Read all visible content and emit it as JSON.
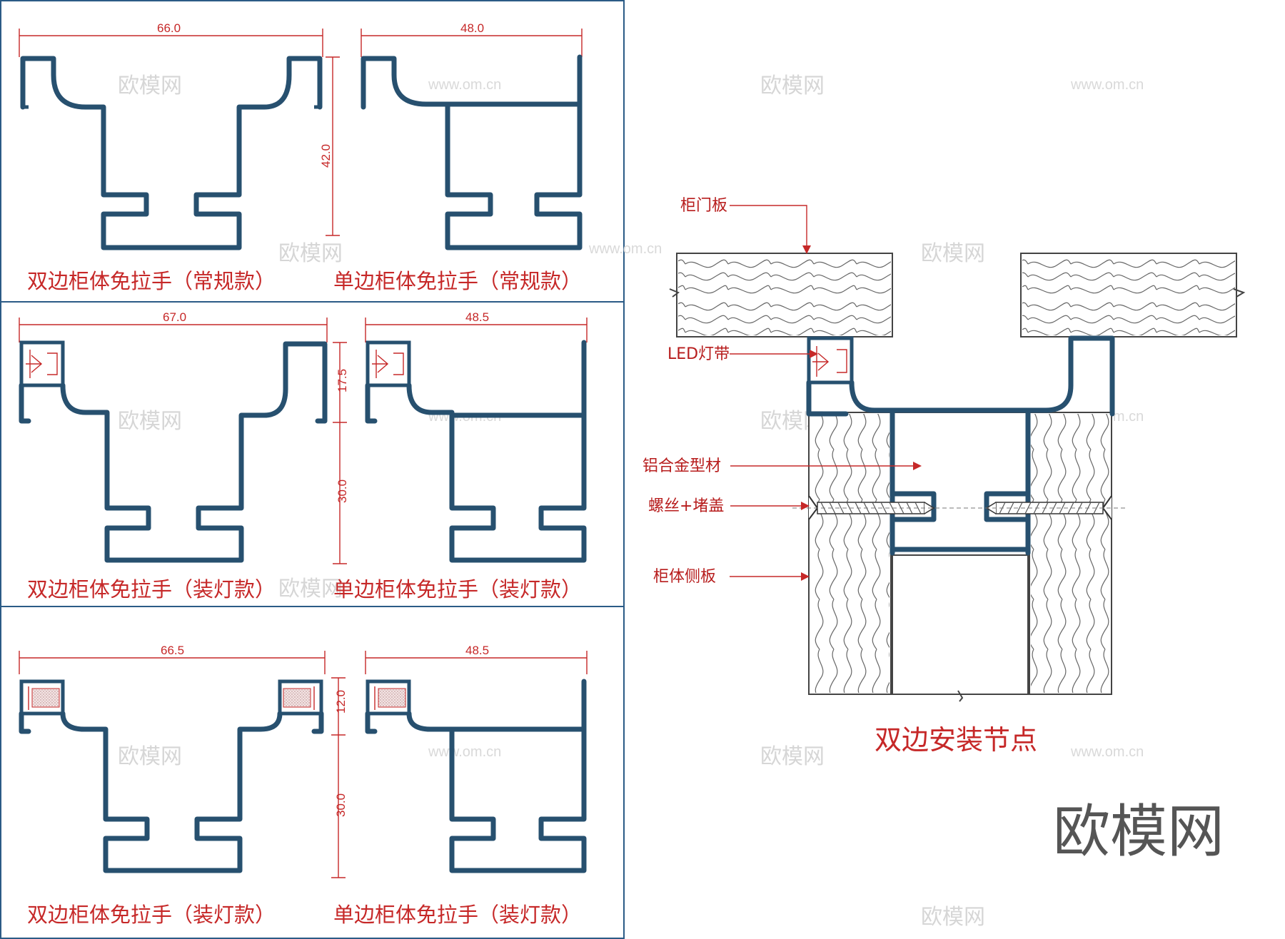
{
  "panels": {
    "row1": {
      "left_dim_width": "66.0",
      "left_dim_height": "42.0",
      "right_dim_width": "48.0",
      "left_caption": "双边柜体免拉手（常规款）",
      "right_caption": "单边柜体免拉手（常规款）"
    },
    "row2": {
      "left_dim_width": "67.0",
      "left_dim_upper": "17.5",
      "left_dim_lower": "30.0",
      "right_dim_width": "48.5",
      "left_caption": "双边柜体免拉手（装灯款）",
      "right_caption": "单边柜体免拉手（装灯款）"
    },
    "row3": {
      "left_dim_width": "66.5",
      "left_dim_upper": "12.0",
      "left_dim_lower": "30.0",
      "right_dim_width": "48.5",
      "left_caption": "双边柜体免拉手（装灯款）",
      "right_caption": "单边柜体免拉手（装灯款）"
    }
  },
  "node": {
    "title": "双边安装节点",
    "labels": {
      "door_panel": "柜门板",
      "led_strip": "LED灯带",
      "aluminum_profile": "铝合金型材",
      "screw_cap": "螺丝+堵盖",
      "side_panel": "柜体侧板"
    }
  },
  "watermark": {
    "brand": "欧模网",
    "url": "www.om.cn"
  },
  "colors": {
    "profile": "#27506f",
    "annotation": "#c62828",
    "frame": "#2b5b86"
  }
}
